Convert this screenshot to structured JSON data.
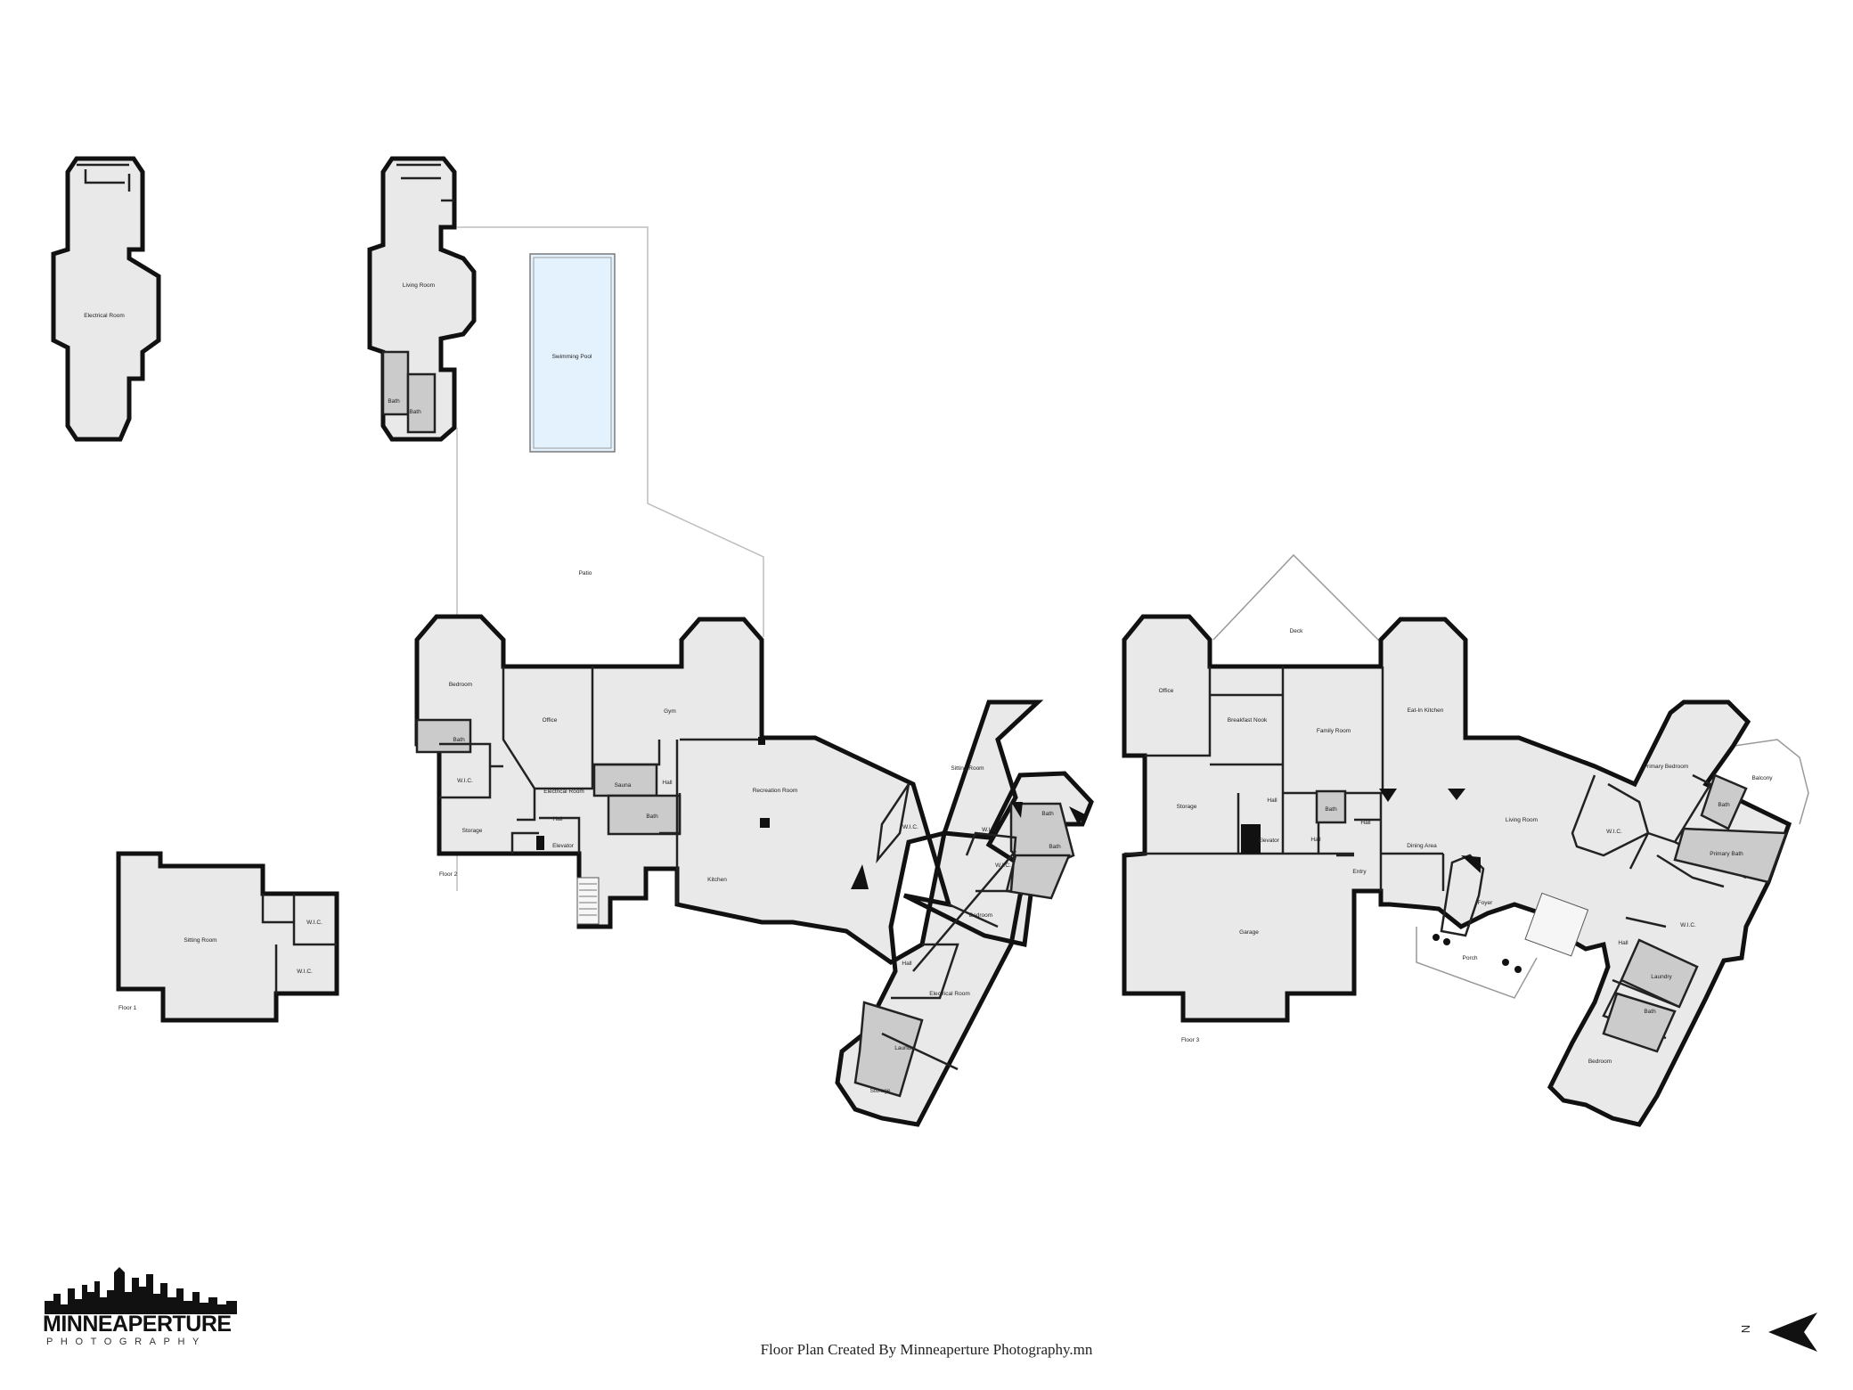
{
  "floors": {
    "floor1": "Floor 1",
    "floor2": "Floor 2",
    "floor3": "Floor 3"
  },
  "rooms": {
    "electrical_room_top": "Electrical Room",
    "tower_living_room": "Living Room",
    "tower_bath_1": "Bath",
    "tower_bath_2": "Bath",
    "swimming_pool": "Swimming Pool",
    "patio": "Patio",
    "sitting_room_f1": "Sitting Room",
    "wic_f1_a": "W.I.C.",
    "wic_f1_b": "W.I.C.",
    "f2_bedroom": "Bedroom",
    "f2_bath": "Bath",
    "f2_wic": "W.I.C.",
    "f2_storage": "Storage",
    "f2_office": "Office",
    "f2_electrical_room": "Electrical Room",
    "f2_hall": "Hall",
    "f2_elevator": "Elevator",
    "f2_gym": "Gym",
    "f2_sauna": "Sauna",
    "f2_hall_b": "Hall",
    "f2_bath_b": "Bath",
    "f2_recreation_room": "Recreation Room",
    "f2_kitchen": "Kitchen",
    "f2_wic_b": "W.I.C.",
    "f2_sitting_room": "Sitting Room",
    "f2_wic_c": "W.I.C.",
    "f2_wic_d": "W.I.C.",
    "f2_bath_c": "Bath",
    "f2_bath_d": "Bath",
    "f2_bedroom_b": "Bedroom",
    "f2_hall_c": "Hall",
    "f2_electrical_room_b": "Electrical Room",
    "f2_laundry": "Laundry",
    "f2_storage_b": "Storage",
    "f3_deck": "Deck",
    "f3_office": "Office",
    "f3_breakfast_nook": "Breakfast Nook",
    "f3_family_room": "Family Room",
    "f3_eatin_kitchen": "Eat-In Kitchen",
    "f3_storage": "Storage",
    "f3_hall": "Hall",
    "f3_bath": "Bath",
    "f3_elevator": "Elevator",
    "f3_hall_b": "Hall",
    "f3_hall_c": "Hall",
    "f3_entry": "Entry",
    "f3_dining_area": "Dining Area",
    "f3_living_room": "Living Room",
    "f3_garage": "Garage",
    "f3_foyer": "Foyer",
    "f3_porch": "Porch",
    "f3_primary_bedroom": "Primary Bedroom",
    "f3_balcony": "Balcony",
    "f3_bath_b": "Bath",
    "f3_primary_bath": "Primary Bath",
    "f3_wic": "W.I.C.",
    "f3_wic_b": "W.I.C.",
    "f3_hall_d": "Hall",
    "f3_laundry": "Laundry",
    "f3_bath_c": "Bath",
    "f3_bedroom": "Bedroom"
  },
  "branding": {
    "logo_word": "MINNEAPERTURE",
    "logo_sub": "PHOTOGRAPHY",
    "credit": "Floor Plan Created By Minneaperture Photography.mn",
    "north_letter": "N"
  },
  "colors": {
    "room_fill": "#e9e9e9",
    "bath_fill": "#cbcbcb",
    "wall": "#111111",
    "pool_fill": "#e3f2fd"
  }
}
